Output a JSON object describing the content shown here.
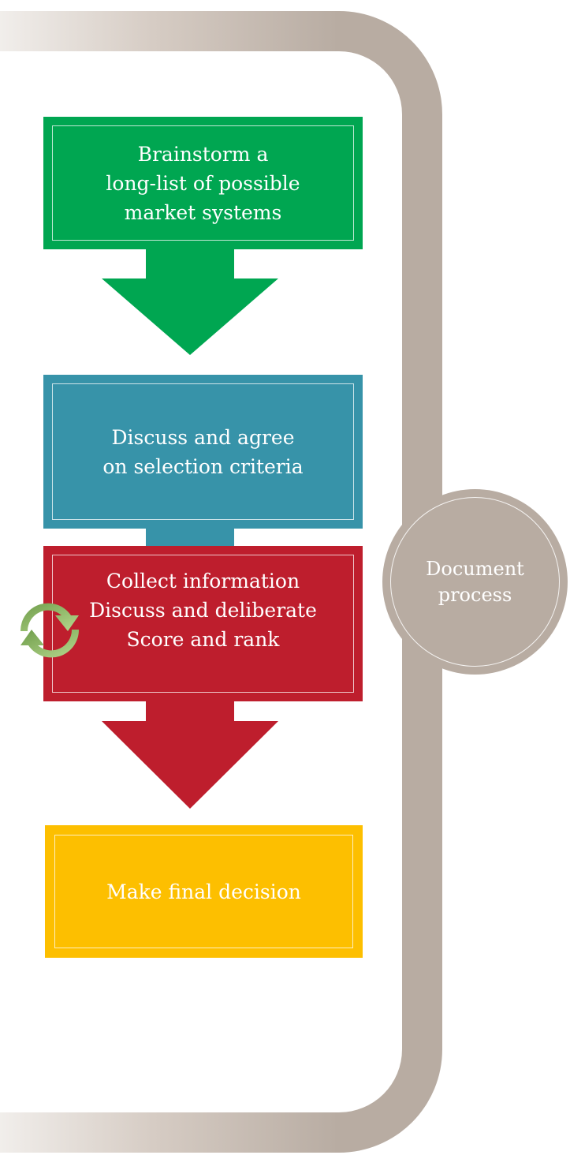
{
  "steps": [
    {
      "lines": [
        "Brainstorm a",
        "long-list of possible",
        "market systems"
      ],
      "color": "#00a651"
    },
    {
      "lines": [
        "Discuss and agree",
        "on selection criteria"
      ],
      "color": "#3793a9"
    },
    {
      "lines": [
        "Collect information",
        "Discuss and deliberate",
        "Score and rank"
      ],
      "color": "#be1e2d"
    },
    {
      "lines": [
        "Make final decision"
      ],
      "color": "#fdbf00"
    }
  ],
  "side_circle": {
    "lines": [
      "Document",
      "process"
    ],
    "color": "#b8aca2"
  },
  "bracket_color": "#b8aca2",
  "cycle_icon_color": "#9ccb72"
}
